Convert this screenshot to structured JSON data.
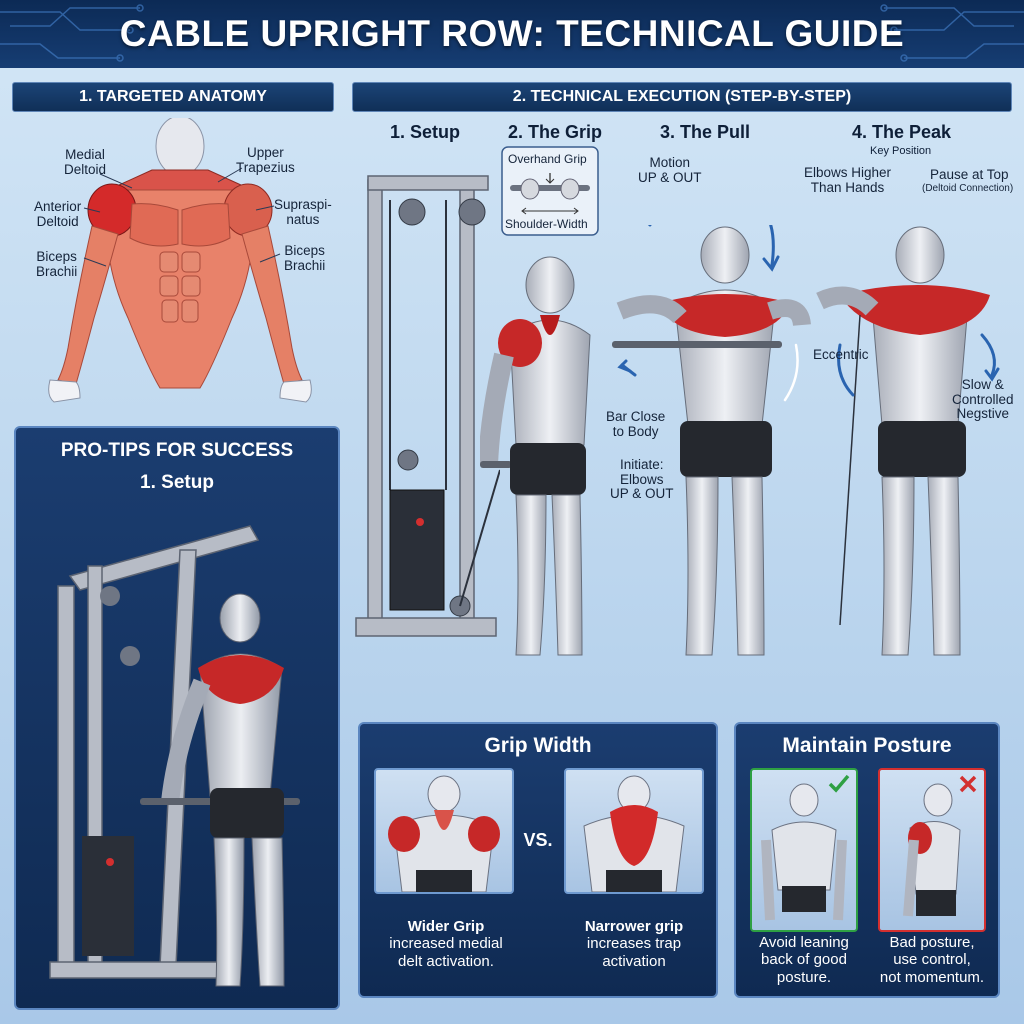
{
  "header": {
    "title": "CABLE UPRIGHT ROW: TECHNICAL GUIDE"
  },
  "anatomy": {
    "heading": "1. TARGETED ANATOMY",
    "labels": {
      "medial_deltoid": "Medial\nDeltoid",
      "upper_trapezius": "Upper\nTrapezius",
      "anterior_deltoid": "Anterior\nDeltoid",
      "supraspinatus": "Supraspi-\nnatus",
      "biceps_left": "Biceps\nBrachii",
      "biceps_right": "Biceps\nBrachii"
    }
  },
  "execution": {
    "heading": "2. TECHNICAL EXECUTION (STEP-BY-STEP)",
    "steps": {
      "setup": "1. Setup",
      "grip": "2. The Grip",
      "pull": "3. The Pull",
      "peak": "4. The Peak",
      "peak_sub": "Key Position"
    },
    "callouts": {
      "overhand_grip": "Overhand Grip",
      "shoulder_width": "Shoulder-Width",
      "motion": "Motion\nUP & OUT",
      "bar_close": "Bar Close\nto Body",
      "initiate": "Initiate:\nElbows\nUP & OUT",
      "elbows_higher": "Elbows Higher\nThan Hands",
      "pause_top": "Pause at Top",
      "pause_top_sub": "(Deltoid Connection)",
      "eccentric": "Eccentric",
      "slow_negative": "Slow &\nControlled\nNegstive"
    }
  },
  "protips": {
    "heading": "PRO-TIPS FOR SUCCESS",
    "sub": "1. Setup"
  },
  "grip_width": {
    "heading": "Grip Width",
    "vs": "VS.",
    "wider_title": "Wider Grip",
    "wider_text": "increased medial\ndelt activation.",
    "narrow_title": "Narrower grip",
    "narrow_text": "increases trap\nactivation"
  },
  "posture": {
    "heading": "Maintain Posture",
    "good_text": "Avoid leaning\nback of good\nposture.",
    "bad_text": "Bad posture,\nuse control,\nnot momentum."
  },
  "colors": {
    "navy": "#0f2a52",
    "muscle_red": "#c62828",
    "good_green": "#2ea043",
    "bad_red": "#d32f2f",
    "arrow_blue": "#2a64b0"
  }
}
